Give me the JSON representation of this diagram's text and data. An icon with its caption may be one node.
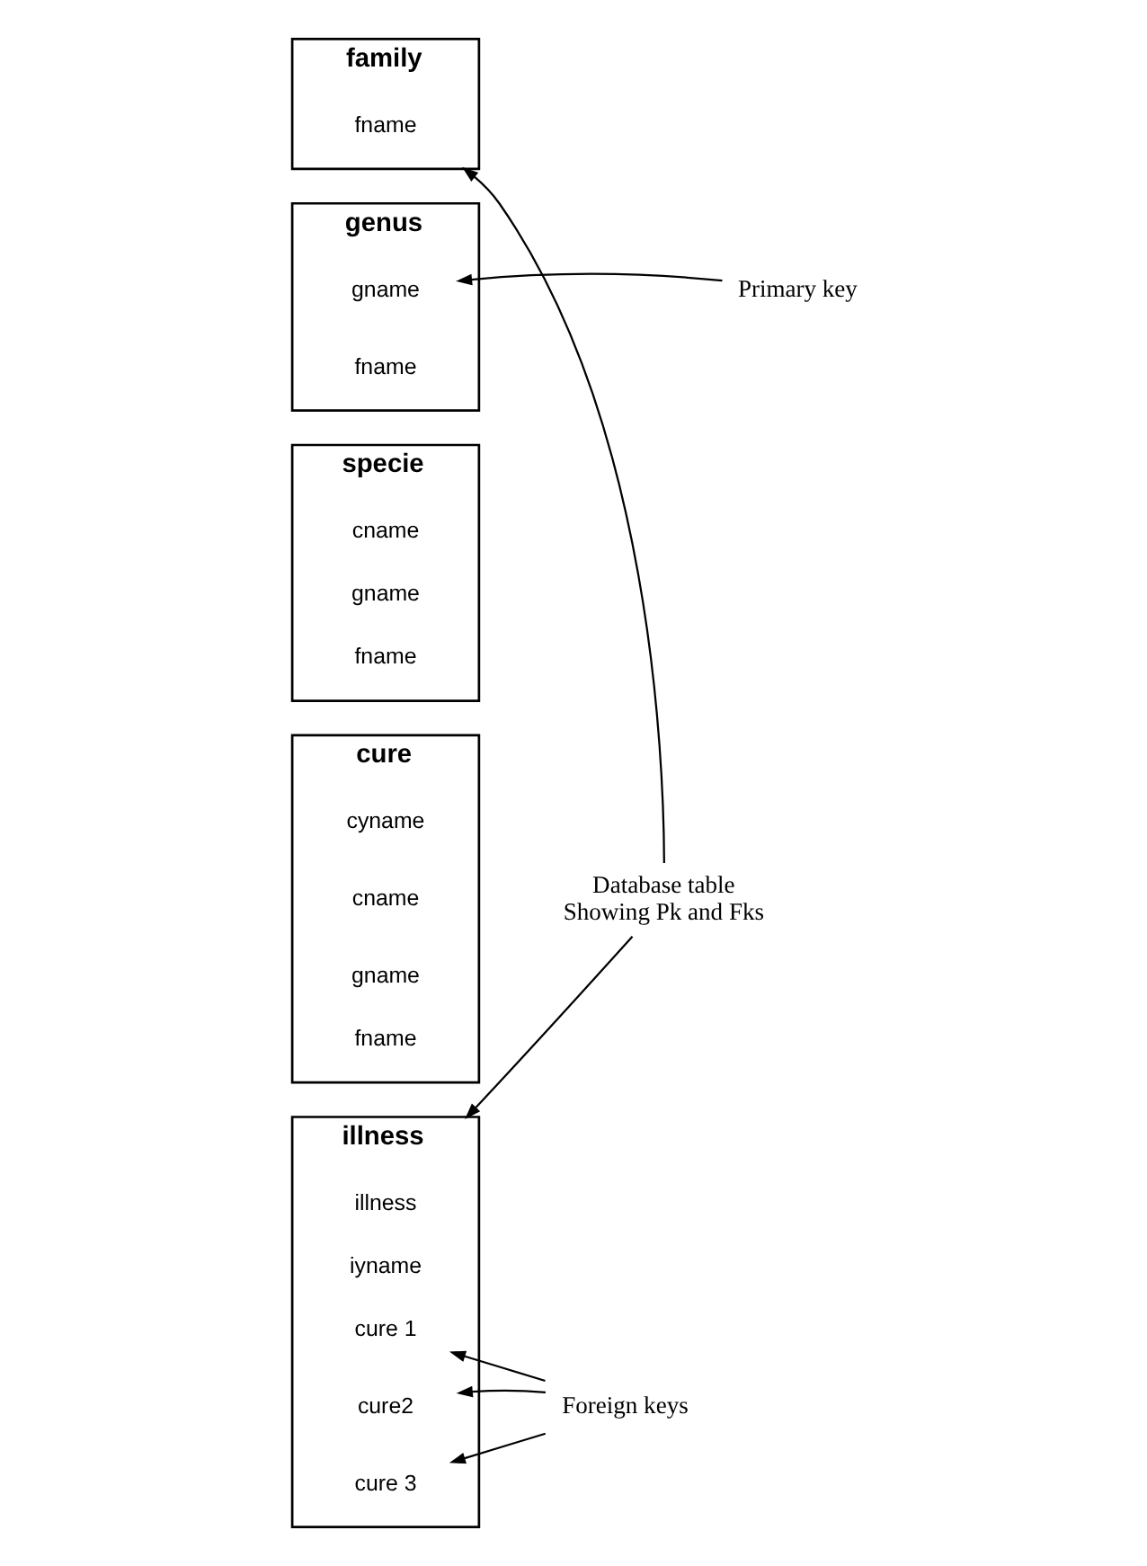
{
  "diagram": {
    "nodes": [
      {
        "text": [
          "family"
        ]
      },
      {
        "text": [
          "fname"
        ],
        "in": 0
      },
      {
        "text": [
          "genus"
        ]
      },
      {
        "text": [
          "gname"
        ],
        "in": 2
      },
      {
        "text": [
          "fname"
        ],
        "in": 2
      },
      {
        "text": [
          "specie"
        ]
      },
      {
        "text": [
          "cname"
        ],
        "in": 5
      },
      {
        "text": [
          "gname"
        ],
        "in": 5
      },
      {
        "text": [
          "fname"
        ],
        "in": 5
      },
      {
        "text": [
          "cure"
        ]
      },
      {
        "text": [
          "cyname"
        ],
        "in": 9
      },
      {
        "text": [
          "cname"
        ],
        "in": 9
      },
      {
        "text": [
          "gname"
        ],
        "in": 9
      },
      {
        "text": [
          "fname"
        ],
        "in": 9
      },
      {
        "text": [
          "illness"
        ]
      },
      {
        "text": [
          "illness"
        ],
        "in": 14
      },
      {
        "text": [
          "iyname"
        ],
        "in": 14
      },
      {
        "text": [
          "cure 1"
        ],
        "in": 14
      },
      {
        "text": [
          "cure2"
        ],
        "in": 14
      },
      {
        "text": [
          "cure 3"
        ],
        "in": 14
      },
      {
        "text": [
          "Primary key"
        ]
      },
      {
        "text": [
          "Foreign keys"
        ]
      },
      {
        "text": [
          "Database table",
          "Showing Pk and Fks"
        ]
      }
    ],
    "edges": [
      {
        "from": 20,
        "to": 3,
        "arrow": "to"
      },
      {
        "from": 21,
        "to": 17,
        "arrow": "to"
      },
      {
        "from": 21,
        "to": 18,
        "arrow": "to"
      },
      {
        "from": 21,
        "to": 19,
        "arrow": "to"
      },
      {
        "from": 22,
        "to": 0,
        "arrow": "to"
      },
      {
        "from": 22,
        "to": 14,
        "arrow": "to"
      }
    ]
  }
}
